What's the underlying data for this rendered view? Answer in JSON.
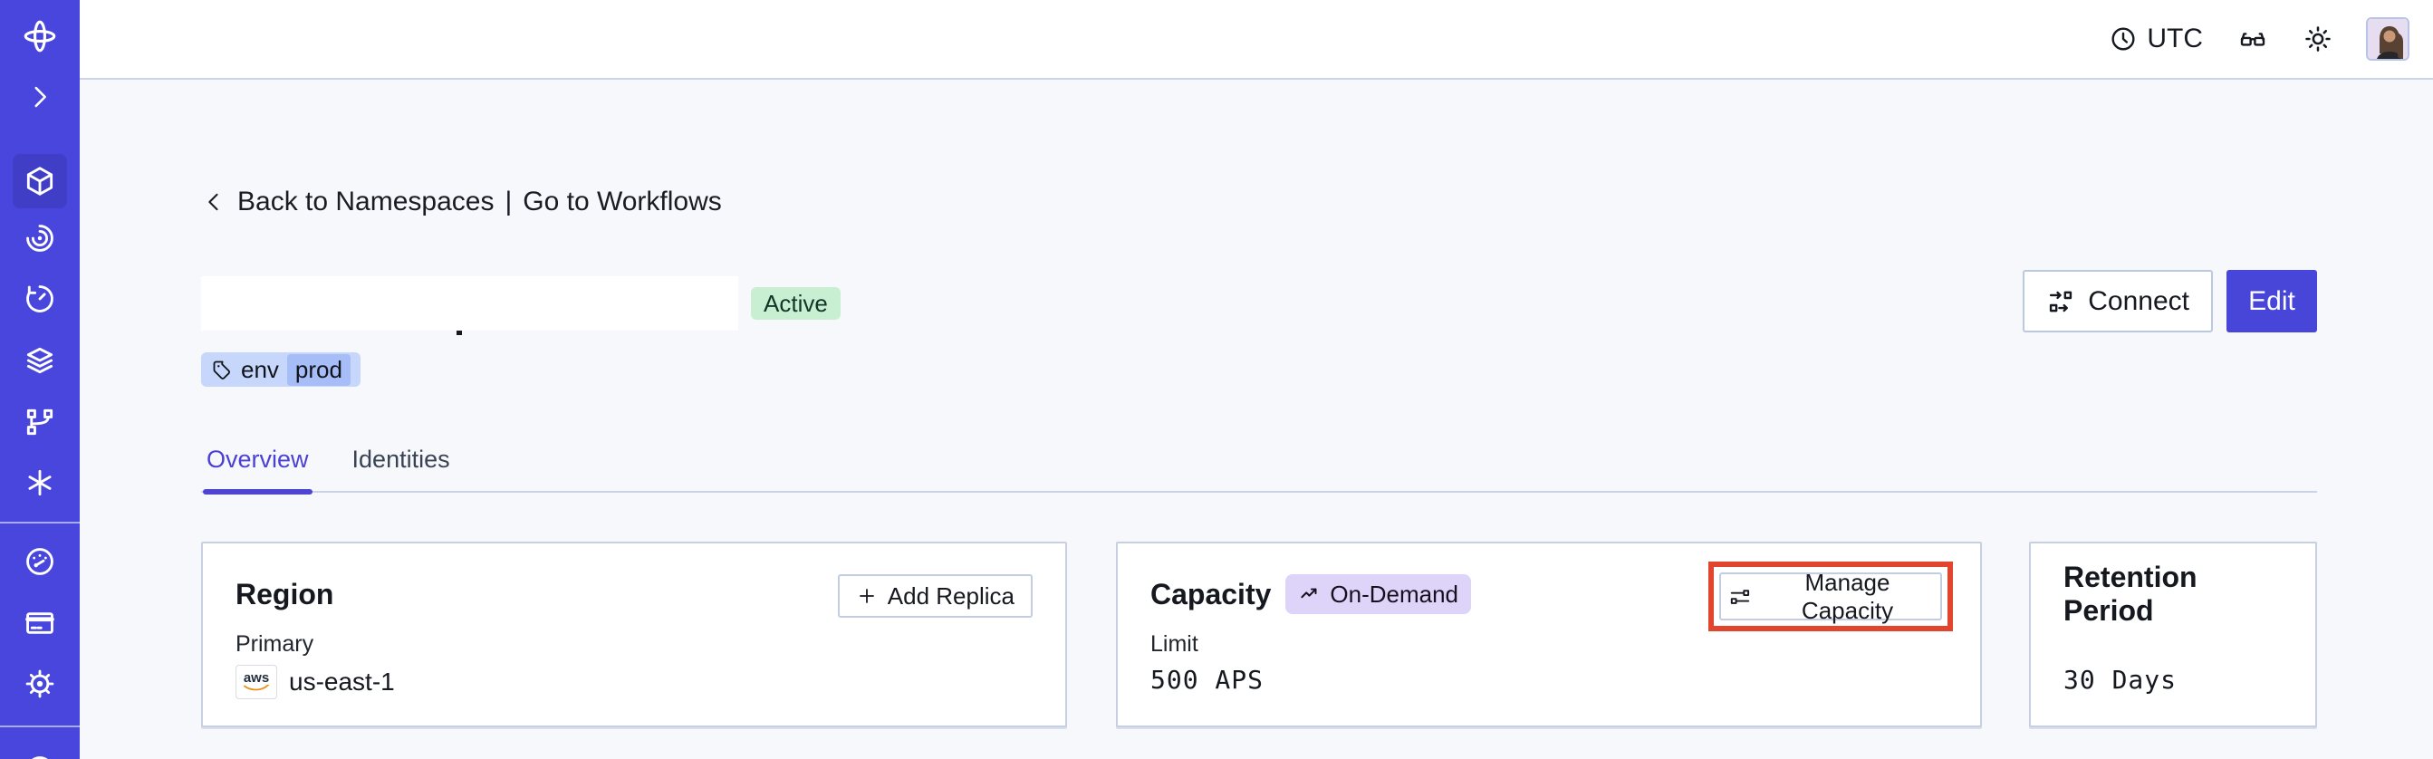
{
  "topbar": {
    "timezone_label": "UTC"
  },
  "header": {
    "back_label": "Back to Namespaces",
    "separator": "|",
    "workflows_label": "Go to Workflows",
    "status": "Active",
    "tag_key": "env",
    "tag_value": "prod",
    "connect_label": "Connect",
    "edit_label": "Edit"
  },
  "tabs": [
    {
      "label": "Overview",
      "active": true
    },
    {
      "label": "Identities",
      "active": false
    }
  ],
  "cards": {
    "region": {
      "title": "Region",
      "action": "Add Replica",
      "label": "Primary",
      "provider": "aws",
      "value": "us-east-1"
    },
    "capacity": {
      "title": "Capacity",
      "badge": "On-Demand",
      "action": "Manage Capacity",
      "label": "Limit",
      "value": "500 APS"
    },
    "retention": {
      "title": "Retention Period",
      "value": "30 Days"
    }
  },
  "colors": {
    "sidebar_indigo": "#4946DD",
    "accent_indigo": "#4845D9",
    "active_tab_indigo": "#4B41D2",
    "highlight_red": "#E2452D",
    "status_green_bg": "#C9EFD3",
    "tag_blue_bg": "#C7D7FB",
    "tag_value_bg": "#A6BDF8",
    "ondemand_lavender_bg": "#DED3F9",
    "page_bg": "#F7F8FB"
  }
}
